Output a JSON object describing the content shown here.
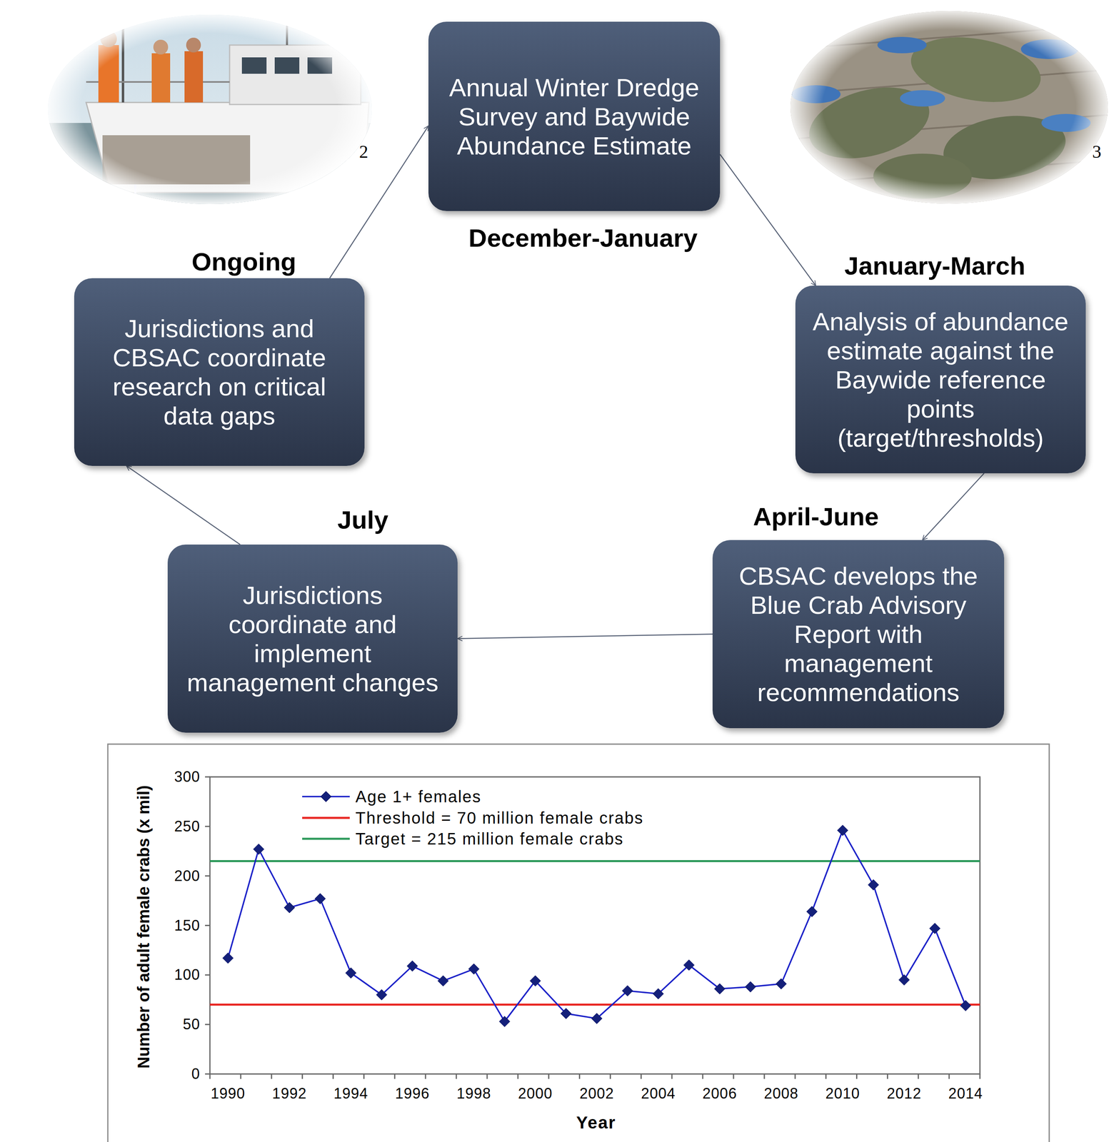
{
  "diagram": {
    "nodes": [
      {
        "text": [
          "Annual Winter Dredge Survey and Baywide Abundance Estimate",
          "December-January"
        ]
      },
      {
        "text": [
          "Jurisdictions and CBSAC coordinate research on critical data gaps",
          "Ongoing"
        ]
      },
      {
        "text": [
          "Analysis of abundance estimate against the Baywide reference points (target/thresholds)",
          "January-March"
        ]
      },
      {
        "text": [
          "Jurisdictions coordinate and implement management changes",
          "July"
        ]
      },
      {
        "text": [
          "CBSAC develops the Blue Crab Advisory Report with management recommendations",
          "April-June"
        ]
      }
    ],
    "edges": [
      {
        "from": 0,
        "to": 2,
        "arrow": "to"
      },
      {
        "from": 2,
        "to": 4,
        "arrow": "to"
      },
      {
        "from": 4,
        "to": 3,
        "arrow": "to"
      },
      {
        "from": 3,
        "to": 1,
        "arrow": "to"
      },
      {
        "from": 1,
        "to": 0,
        "arrow": "to"
      }
    ],
    "labels": [
      "2",
      "3",
      "Number of adult female crabs (x mil)",
      "300",
      "250",
      "200",
      "150",
      "100",
      "50",
      "0",
      "1990",
      "1992",
      "1994",
      "1996",
      "1998",
      "2000",
      "2002",
      "2004",
      "2006",
      "2008",
      "2010",
      "2012",
      "2014",
      "Year"
    ],
    "legend": [
      {
        "text": "Age 1+ females"
      },
      {
        "text": "Threshold = 70 million female crabs"
      },
      {
        "text": "Target = 215 million female crabs"
      }
    ]
  }
}
